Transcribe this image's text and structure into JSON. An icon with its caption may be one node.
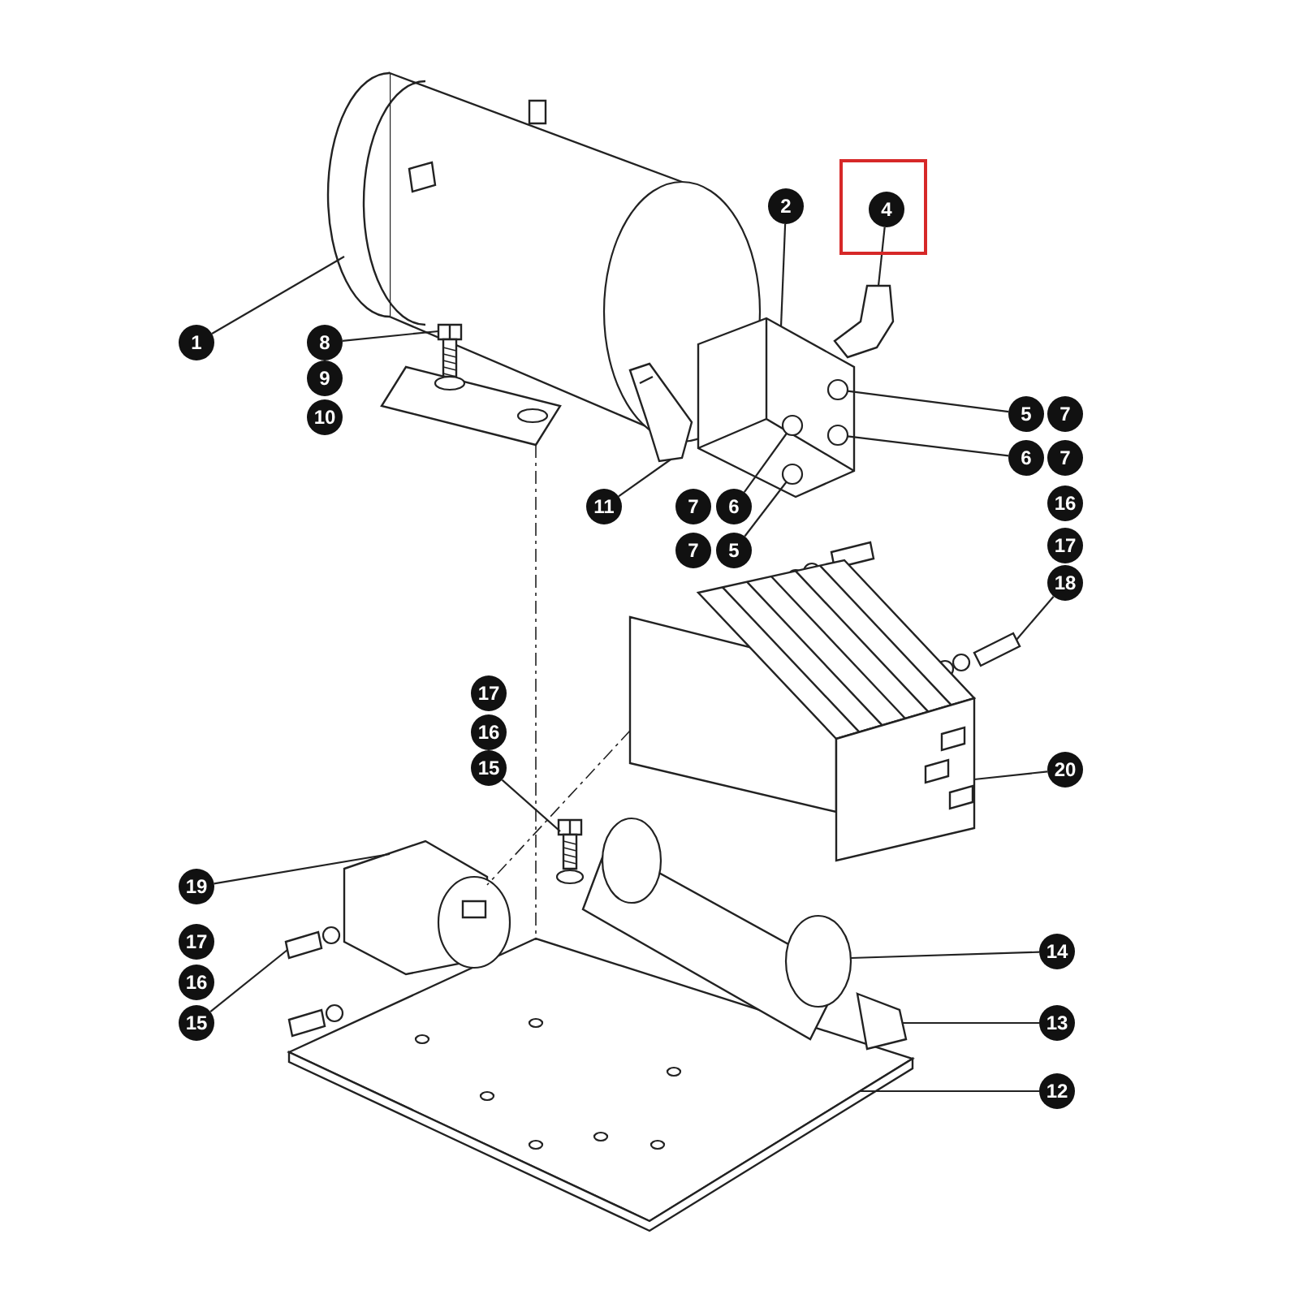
{
  "diagram": {
    "nodes": [
      {
        "text": [],
        "shape": "box"
      },
      {
        "text": [
          "4"
        ],
        "in": 0
      },
      {
        "text": [
          "2"
        ]
      },
      {
        "text": [
          "1"
        ]
      },
      {
        "text": [
          "8"
        ]
      },
      {
        "text": [
          "9"
        ]
      },
      {
        "text": [
          "5"
        ]
      },
      {
        "text": [
          "7"
        ]
      },
      {
        "text": [
          "10"
        ]
      },
      {
        "text": [
          "6"
        ]
      },
      {
        "text": [
          "7"
        ]
      },
      {
        "text": [
          "16"
        ]
      },
      {
        "text": [
          "11"
        ]
      },
      {
        "text": [
          "7"
        ]
      },
      {
        "text": [
          "6"
        ]
      },
      {
        "text": [
          "17"
        ]
      },
      {
        "text": [
          "7"
        ]
      },
      {
        "text": [
          "5"
        ]
      },
      {
        "text": [
          "18"
        ]
      },
      {
        "text": [
          "17"
        ]
      },
      {
        "text": [
          "16"
        ]
      },
      {
        "text": [
          "15"
        ]
      },
      {
        "text": [
          "20"
        ]
      },
      {
        "text": [
          "19"
        ]
      },
      {
        "text": [
          "17"
        ]
      },
      {
        "text": [
          "14"
        ]
      },
      {
        "text": [
          "16"
        ]
      },
      {
        "text": [
          "15"
        ]
      },
      {
        "text": [
          "13"
        ]
      },
      {
        "text": [
          "12"
        ]
      },
      {
        "text": [],
        "shape": "picture"
      },
      {
        "text": [],
        "shape": "picture"
      },
      {
        "text": [],
        "shape": "picture"
      },
      {
        "text": [],
        "shape": "picture"
      },
      {
        "text": [],
        "shape": "circle",
        "in": 31
      },
      {
        "text": [],
        "shape": "circle",
        "in": 31
      },
      {
        "text": [],
        "shape": "picture"
      },
      {
        "text": [],
        "shape": "circle",
        "in": 31
      },
      {
        "text": [],
        "shape": "circle",
        "in": 31
      },
      {
        "text": [],
        "shape": "picture"
      },
      {
        "text": [],
        "shape": "picture"
      },
      {
        "text": [],
        "shape": "picture"
      },
      {
        "text": [],
        "shape": "picture"
      },
      {
        "text": [],
        "shape": "picture"
      },
      {
        "text": [],
        "shape": "picture"
      },
      {
        "text": [],
        "shape": "picture"
      },
      {
        "text": [],
        "shape": "picture"
      },
      {
        "text": [],
        "shape": "picture"
      }
    ],
    "edges": [
      {
        "from": 1,
        "to": 32,
        "arrow": "none"
      },
      {
        "from": 2,
        "to": 31,
        "arrow": "none"
      },
      {
        "from": 3,
        "to": 30,
        "arrow": "none"
      },
      {
        "from": 4,
        "to": 33,
        "arrow": "none"
      },
      {
        "from": 6,
        "to": 34,
        "arrow": "none"
      },
      {
        "from": 9,
        "to": 35,
        "arrow": "none"
      },
      {
        "from": 12,
        "to": 36,
        "arrow": "none"
      },
      {
        "from": 14,
        "to": 37,
        "arrow": "none"
      },
      {
        "from": 17,
        "to": 38,
        "arrow": "none"
      },
      {
        "from": 18,
        "to": 39,
        "arrow": "none"
      },
      {
        "from": 21,
        "to": 41,
        "arrow": "none"
      },
      {
        "from": 22,
        "to": 42,
        "arrow": "none"
      },
      {
        "from": 23,
        "to": 43,
        "arrow": "none"
      },
      {
        "from": 25,
        "to": 44,
        "arrow": "none"
      },
      {
        "from": 27,
        "to": 45,
        "arrow": "none"
      },
      {
        "from": 28,
        "to": 46,
        "arrow": "none"
      },
      {
        "from": 29,
        "to": 47,
        "arrow": "none"
      },
      {
        "from": 40,
        "to": 47,
        "arrow": "none",
        "style": "dashed"
      },
      {
        "from": 42,
        "to": 43,
        "arrow": "none",
        "style": "dashed"
      }
    ]
  }
}
